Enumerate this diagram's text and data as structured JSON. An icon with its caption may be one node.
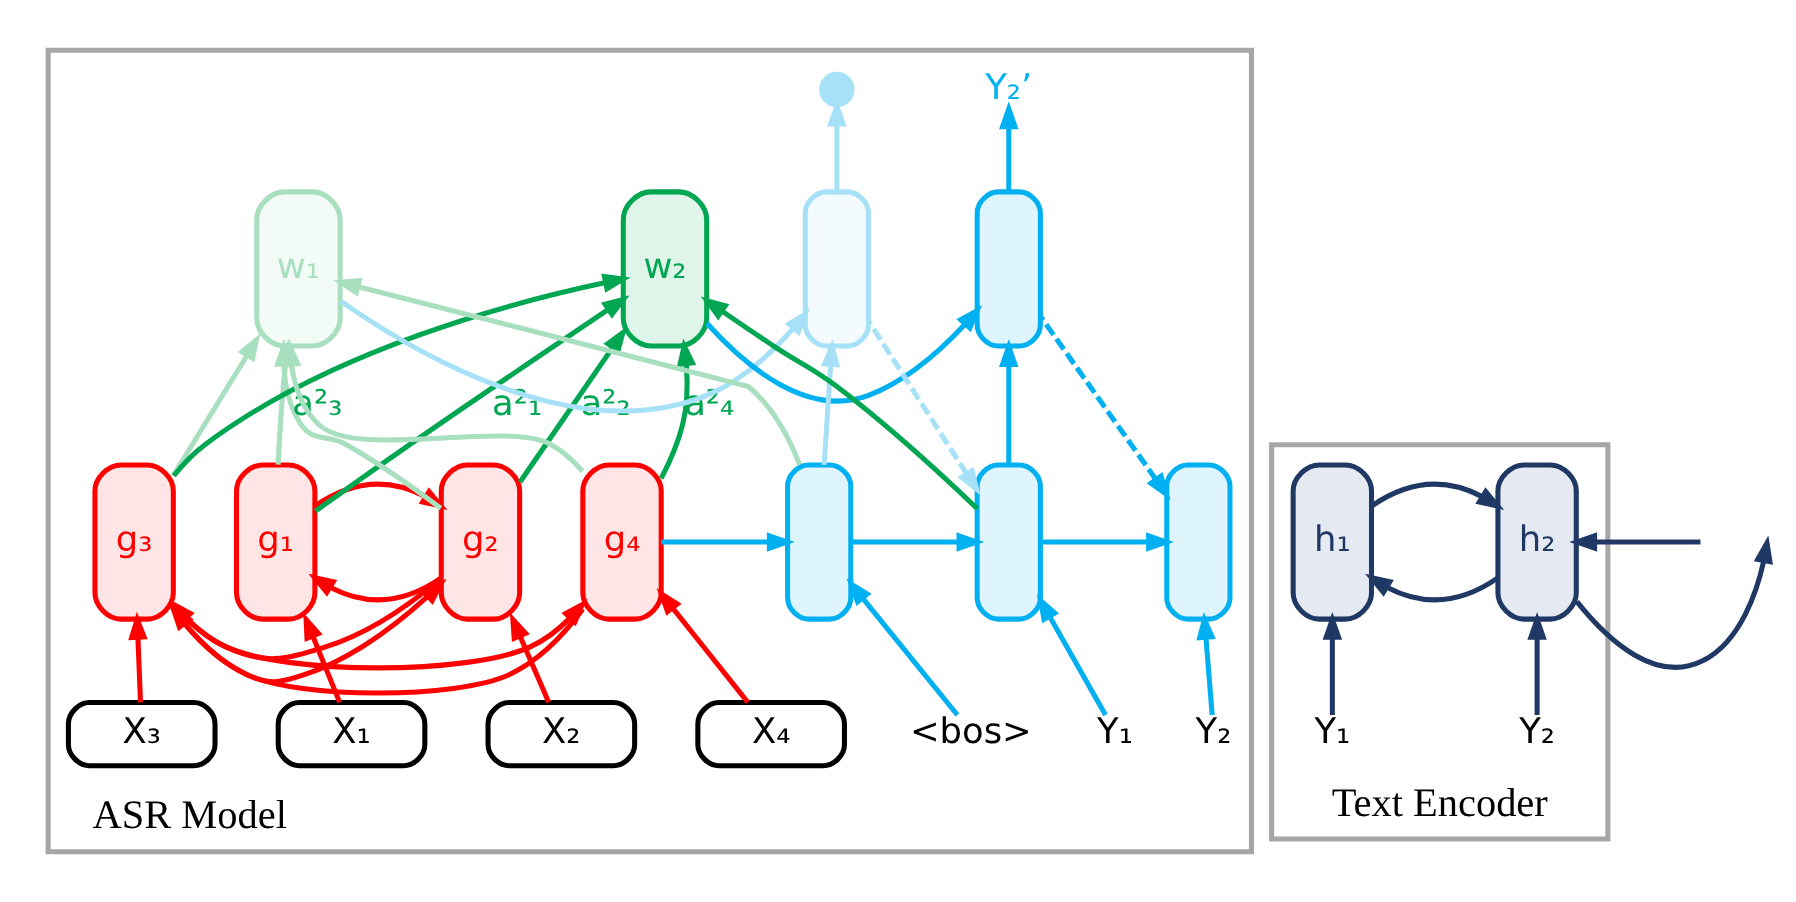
{
  "diagram": {
    "nodes": [
      {
        "text": [
          "ASR Model"
        ]
      },
      {
        "text": [
          "X₁"
        ],
        "in": 0
      },
      {
        "text": [
          "X₂"
        ],
        "in": 0
      },
      {
        "text": [
          "X₃"
        ],
        "in": 0
      },
      {
        "text": [
          "X₄"
        ],
        "in": 0
      },
      {
        "text": [
          "g₁"
        ],
        "in": 0
      },
      {
        "text": [
          "g₂"
        ],
        "in": 0
      },
      {
        "text": [
          "g₃"
        ],
        "in": 0
      },
      {
        "text": [
          "g₄"
        ],
        "in": 0
      },
      {
        "text": [
          "w₁"
        ],
        "in": 0
      },
      {
        "text": [
          "w₂"
        ],
        "in": 0
      },
      {
        "text": [],
        "shape": "box",
        "in": 0
      },
      {
        "text": [],
        "shape": "box",
        "in": 0
      },
      {
        "text": [],
        "shape": "circle",
        "in": 0
      },
      {
        "text": [],
        "shape": "box",
        "in": 0
      },
      {
        "text": [],
        "shape": "box",
        "in": 0
      },
      {
        "text": [
          "Y₂’"
        ],
        "in": 0
      },
      {
        "text": [],
        "shape": "box",
        "in": 0
      },
      {
        "text": [
          "<bos>"
        ],
        "in": 0
      },
      {
        "text": [
          "Y₁"
        ],
        "in": 0
      },
      {
        "text": [
          "Y₂"
        ],
        "in": 0
      },
      {
        "text": [
          "Text Encoder"
        ]
      },
      {
        "text": [
          "h₁"
        ],
        "in": 21
      },
      {
        "text": [
          "h₂"
        ],
        "in": 21
      },
      {
        "text": [
          "Y₁"
        ],
        "in": 21
      },
      {
        "text": [
          "Y₂"
        ],
        "in": 21
      }
    ],
    "edges": [
      {
        "from": 1,
        "to": 5,
        "arrow": "to",
        "color": "#ff0000"
      },
      {
        "from": 2,
        "to": 6,
        "arrow": "to",
        "color": "#ff0000"
      },
      {
        "from": 3,
        "to": 7,
        "arrow": "to",
        "color": "#ff0000"
      },
      {
        "from": 4,
        "to": 8,
        "arrow": "to",
        "color": "#ff0000"
      },
      {
        "from": 5,
        "to": 6,
        "arrow": "to",
        "color": "#ff0000"
      },
      {
        "from": 6,
        "to": 5,
        "arrow": "to",
        "color": "#ff0000"
      },
      {
        "from": 6,
        "to": 7,
        "arrow": "to",
        "color": "#ff0000"
      },
      {
        "from": 7,
        "to": 6,
        "arrow": "to",
        "color": "#ff0000"
      },
      {
        "from": 7,
        "to": 8,
        "arrow": "to",
        "color": "#ff0000"
      },
      {
        "from": 8,
        "to": 7,
        "arrow": "to",
        "color": "#ff0000"
      },
      {
        "from": 5,
        "to": 9,
        "arrow": "to",
        "color": "#a8dfbf"
      },
      {
        "from": 6,
        "to": 9,
        "arrow": "to",
        "color": "#a8dfbf"
      },
      {
        "from": 7,
        "to": 9,
        "arrow": "to",
        "color": "#a8dfbf"
      },
      {
        "from": 8,
        "to": 9,
        "arrow": "to",
        "color": "#a8dfbf"
      },
      {
        "from": 5,
        "to": 10,
        "label": "a²₁",
        "arrow": "to",
        "color": "#00a651"
      },
      {
        "from": 6,
        "to": 10,
        "label": "a²₂",
        "arrow": "to",
        "color": "#00a651"
      },
      {
        "from": 7,
        "to": 10,
        "label": "a²₃",
        "arrow": "to",
        "color": "#00a651"
      },
      {
        "from": 8,
        "to": 10,
        "label": "a²₄",
        "arrow": "to",
        "color": "#00a651"
      },
      {
        "from": 8,
        "to": 11,
        "arrow": "to",
        "color": "#00b0f0"
      },
      {
        "from": 18,
        "to": 11,
        "arrow": "to",
        "color": "#00b0f0"
      },
      {
        "from": 19,
        "to": 14,
        "arrow": "to",
        "color": "#00b0f0"
      },
      {
        "from": 20,
        "to": 17,
        "arrow": "to",
        "color": "#00b0f0"
      },
      {
        "from": 11,
        "to": 14,
        "arrow": "to",
        "color": "#00b0f0"
      },
      {
        "from": 14,
        "to": 17,
        "arrow": "to",
        "color": "#00b0f0"
      },
      {
        "from": 11,
        "to": 12,
        "arrow": "to",
        "color": "#a6e1f7"
      },
      {
        "from": 12,
        "to": 13,
        "arrow": "to",
        "color": "#a6e1f7"
      },
      {
        "from": 14,
        "to": 15,
        "arrow": "to",
        "color": "#00b0f0"
      },
      {
        "from": 15,
        "to": 16,
        "arrow": "to",
        "color": "#00b0f0"
      },
      {
        "from": 12,
        "to": 14,
        "arrow": "to",
        "style": "dashed",
        "color": "#a6e1f7"
      },
      {
        "from": 15,
        "to": 17,
        "arrow": "to",
        "style": "dashed",
        "color": "#00b0f0"
      },
      {
        "from": 9,
        "to": 12,
        "arrow": "to",
        "color": "#a6e1f7"
      },
      {
        "from": 10,
        "to": 15,
        "arrow": "to",
        "color": "#00b0f0"
      },
      {
        "from": 11,
        "to": 9,
        "arrow": "to",
        "color": "#a8dfbf"
      },
      {
        "from": 14,
        "to": 10,
        "arrow": "to",
        "color": "#00a651"
      },
      {
        "from": 24,
        "to": 22,
        "arrow": "to",
        "color": "#1f3864"
      },
      {
        "from": 25,
        "to": 23,
        "arrow": "to",
        "color": "#1f3864"
      },
      {
        "from": 22,
        "to": 23,
        "arrow": "to",
        "color": "#1f3864"
      },
      {
        "from": 23,
        "to": 22,
        "arrow": "to",
        "color": "#1f3864"
      },
      {
        "from": 23,
        "to": null,
        "arrow": "to",
        "color": "#1f3864"
      },
      {
        "from": null,
        "to": 23,
        "arrow": "to",
        "color": "#1f3864"
      }
    ]
  }
}
